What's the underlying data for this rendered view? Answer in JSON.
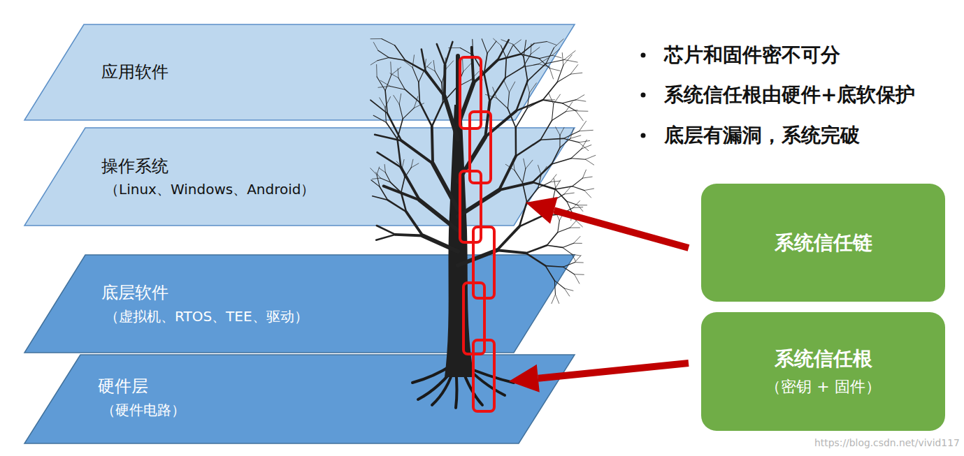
{
  "diagram": {
    "nodes": [
      {
        "text": [
          "应用软件"
        ]
      },
      {
        "text": [
          "操作系统",
          "（Linux、Windows、Android）"
        ]
      },
      {
        "text": [
          "底层软件",
          "（虚拟机、RTOS、TEE、驱动）"
        ]
      },
      {
        "text": [
          "硬件层",
          "（硬件电路）"
        ]
      },
      {
        "text": [
          "系统信任链"
        ]
      },
      {
        "text": [
          "系统信任根",
          "（密钥 + 固件）"
        ]
      }
    ],
    "labels": [
      "芯片和固件密不可分",
      "系统信任根由硬件+底软保护",
      "底层有漏洞，系统完破",
      "https://blog.csdn.net/vivid117"
    ]
  }
}
